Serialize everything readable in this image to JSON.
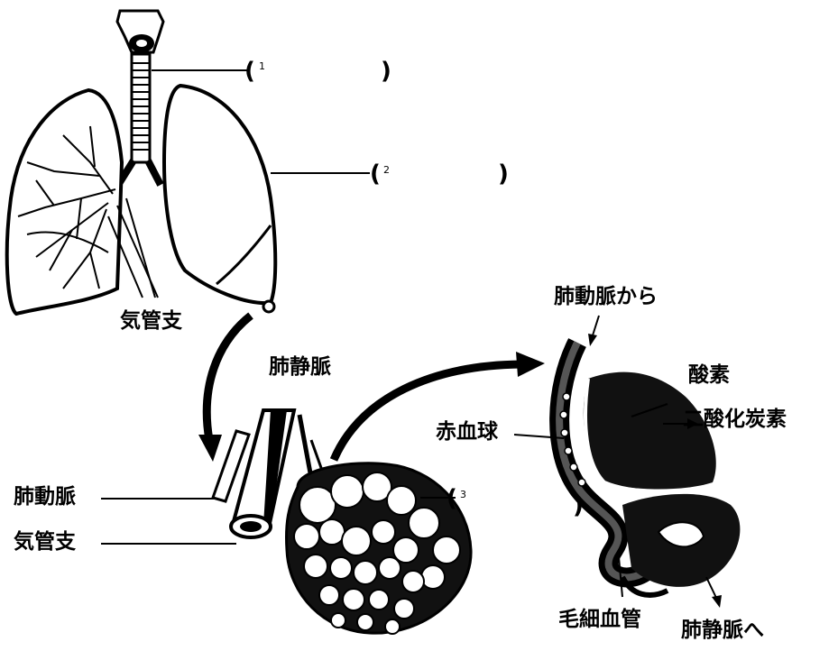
{
  "labels": {
    "kikanshi_top": "気管支",
    "hai_domyaku_kara": "肺動脈から",
    "hai_jomyaku": "肺静脈",
    "sanso": "酸素",
    "nisanka_tanso": "二酸化炭素",
    "sekkekkyu": "赤血球",
    "hai_domyaku": "肺動脈",
    "kikanshi_bottom": "気管支",
    "mosaikekkan": "毛細血管",
    "hai_jomyaku_e": "肺静脈へ"
  },
  "blanks": [
    {
      "num": "1",
      "open": "(",
      "close": ")"
    },
    {
      "num": "2",
      "open": "(",
      "close": ")"
    },
    {
      "num": "3",
      "open": "(",
      "close": ")"
    }
  ]
}
